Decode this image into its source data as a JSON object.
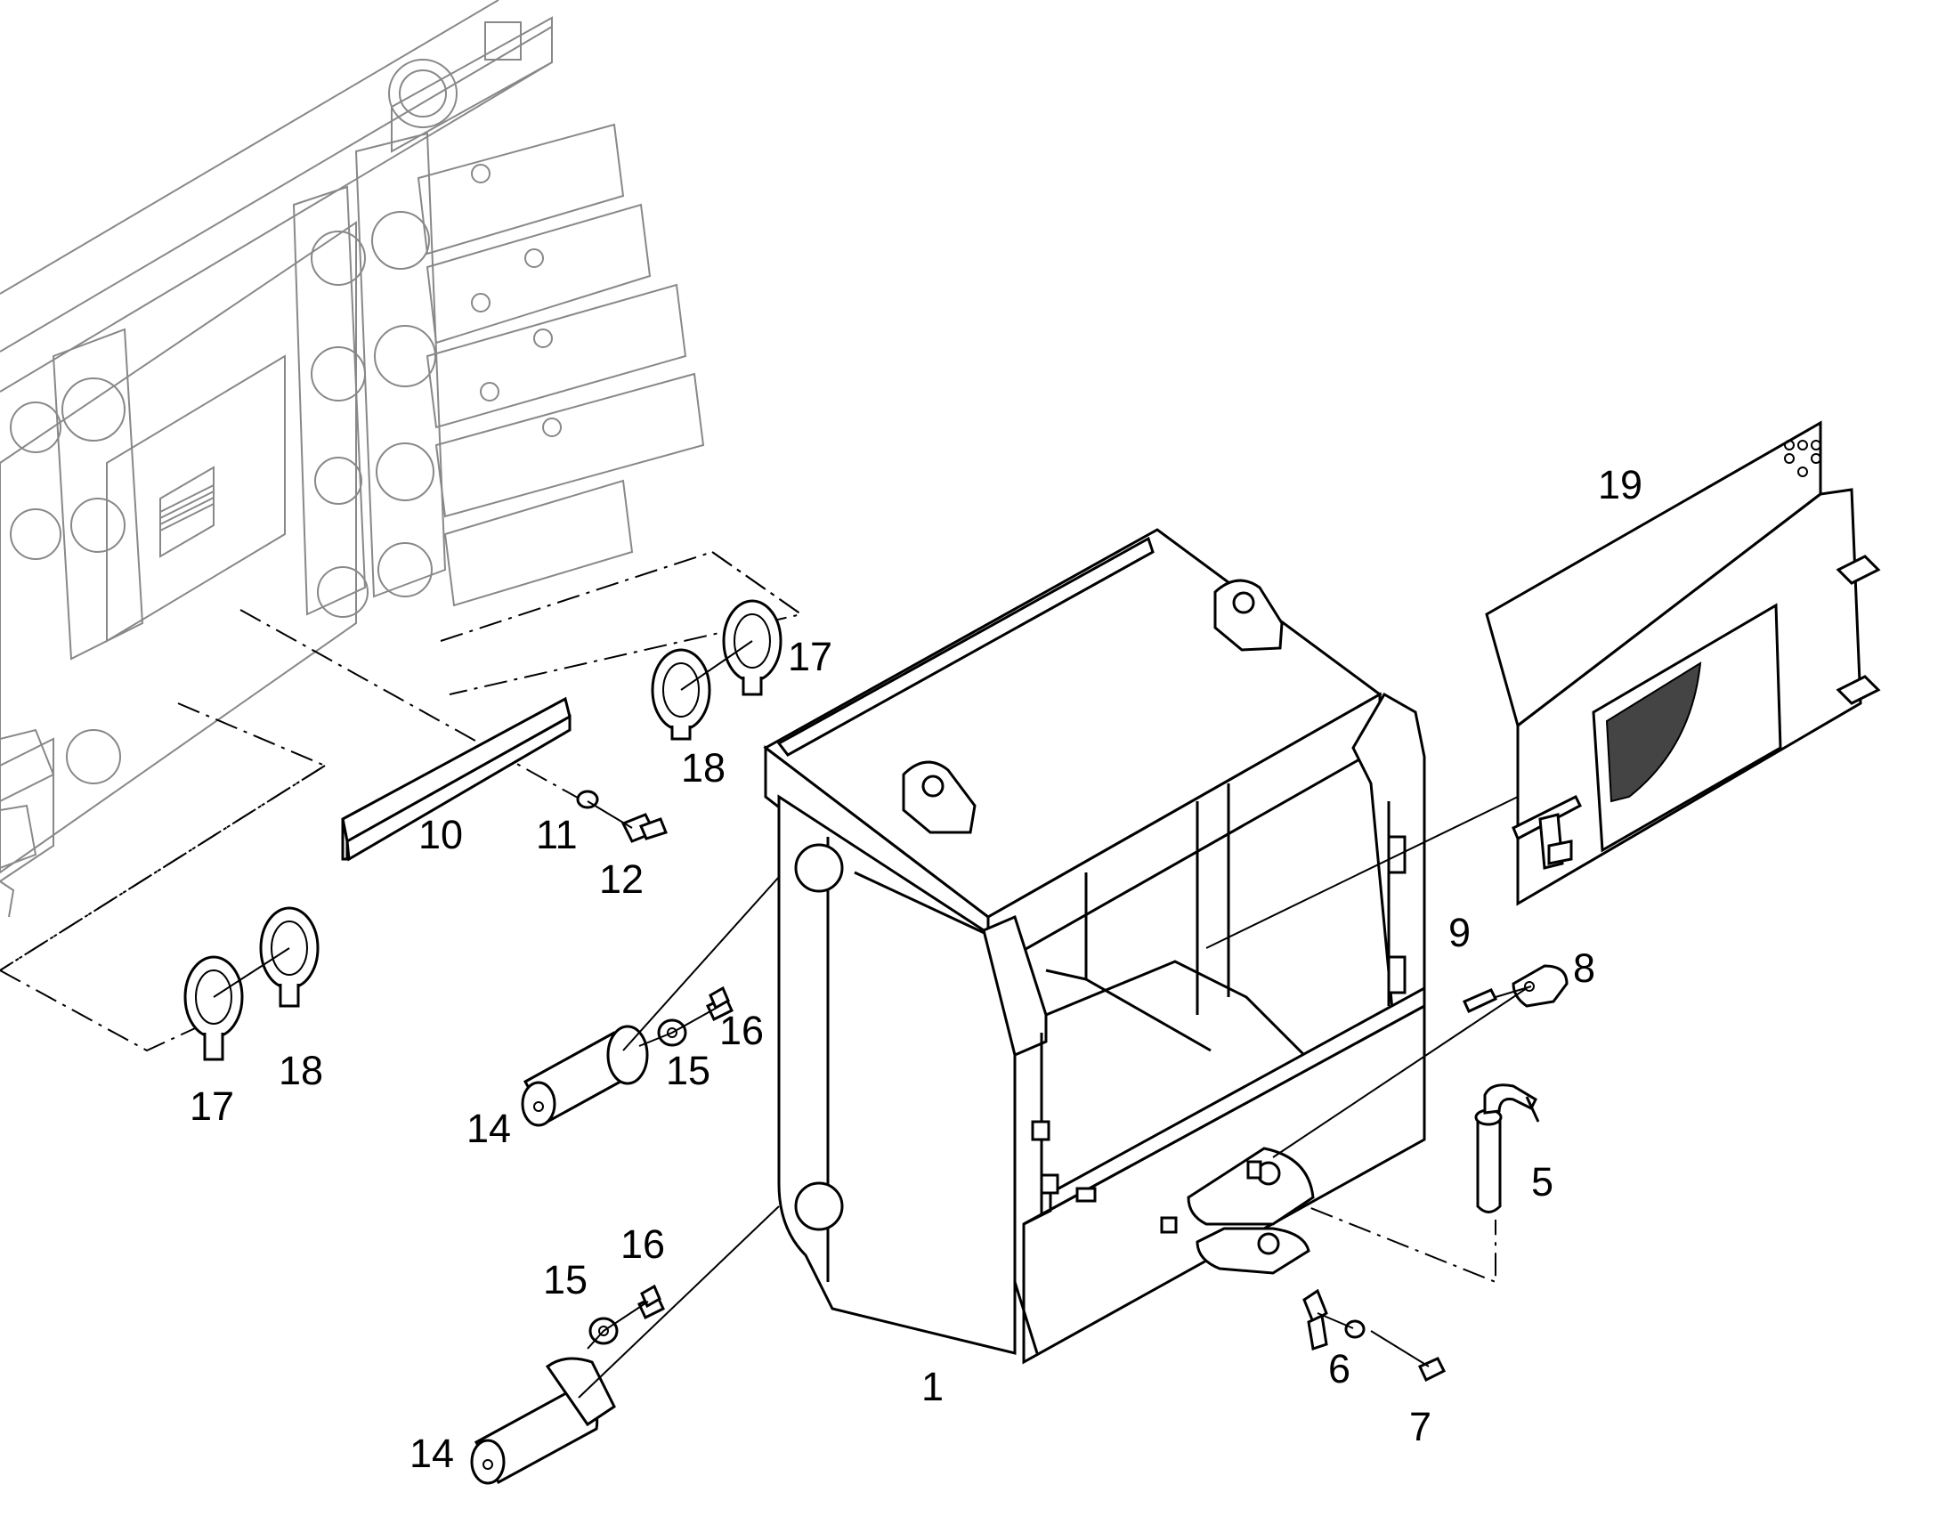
{
  "diagram": {
    "callouts": {
      "c1": "1",
      "c5": "5",
      "c6": "6",
      "c7": "7",
      "c8": "8",
      "c9": "9",
      "c10": "10",
      "c11": "11",
      "c12": "12",
      "c14a": "14",
      "c14b": "14",
      "c15a": "15",
      "c15b": "15",
      "c16a": "16",
      "c16b": "16",
      "c17a": "17",
      "c17b": "17",
      "c18a": "18",
      "c18b": "18",
      "c19": "19"
    }
  }
}
